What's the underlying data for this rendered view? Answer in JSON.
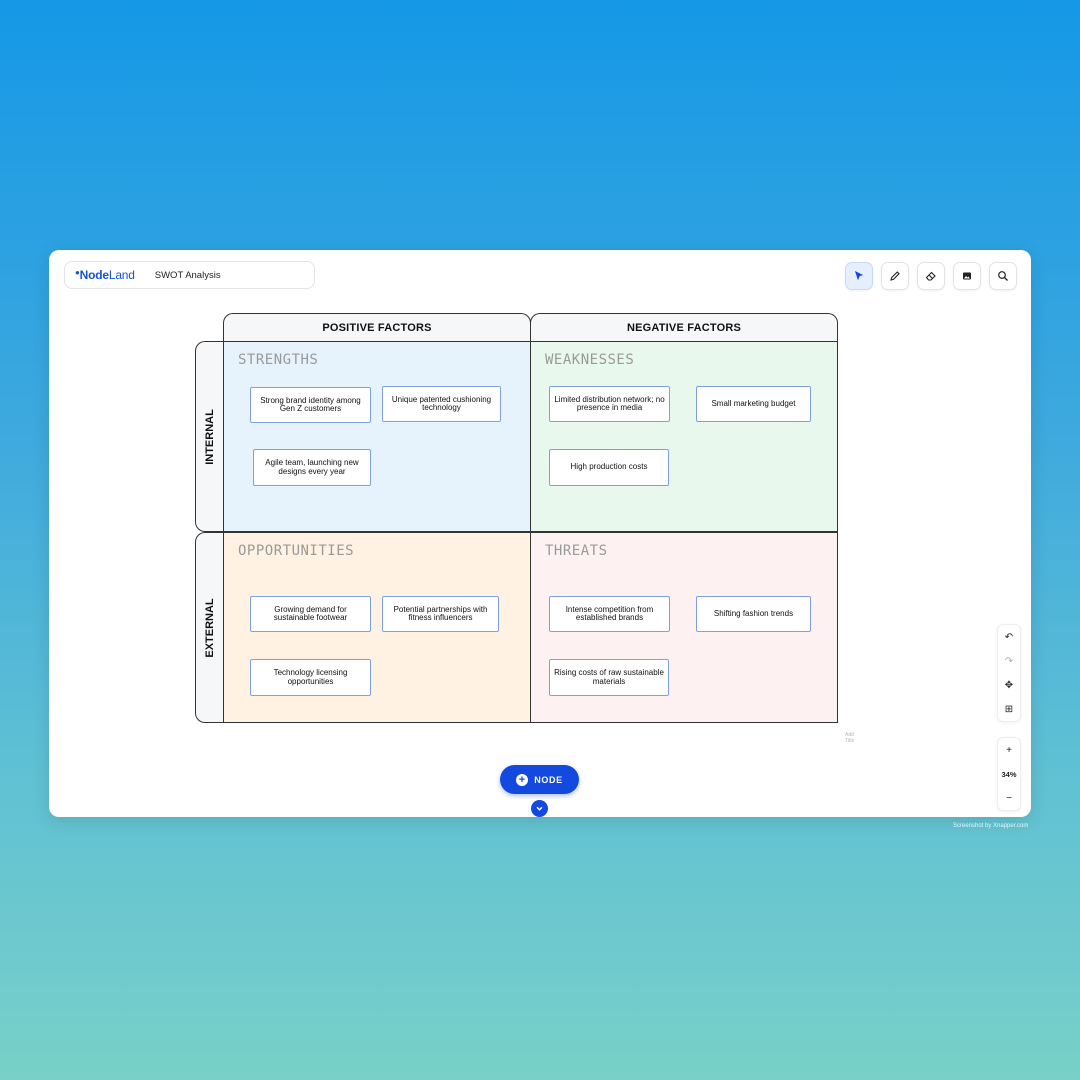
{
  "app": {
    "logo_node": "Node",
    "logo_land": "Land",
    "doc_title": "SWOT Analysis"
  },
  "toolbar": {
    "tools": [
      "select-icon",
      "pen-icon",
      "eraser-icon",
      "image-icon",
      "search-icon"
    ]
  },
  "board": {
    "columns": [
      "POSITIVE FACTORS",
      "NEGATIVE FACTORS"
    ],
    "rows": [
      "INTERNAL",
      "EXTERNAL"
    ],
    "quadrants": {
      "strengths": {
        "title": "STRENGTHS",
        "notes": [
          "Strong brand identity among Gen Z customers",
          "Unique patented cushioning technology",
          "Agile team, launching new designs every year"
        ]
      },
      "weaknesses": {
        "title": "WEAKNESSES",
        "notes": [
          "Limited distribution network; no presence in media",
          "Small marketing budget",
          "High production costs"
        ]
      },
      "opportunities": {
        "title": "OPPORTUNITIES",
        "notes": [
          "Growing demand for sustainable footwear",
          "Potential partnerships with fitness influencers",
          "Technology licensing opportunities"
        ]
      },
      "threats": {
        "title": "THREATS",
        "notes": [
          "Intense competition from established brands",
          "Shifting fashion trends",
          "Rising costs of raw sustainable materials"
        ]
      }
    },
    "add_title": "Add Title"
  },
  "node_button": "NODE",
  "zoom": "34%",
  "credit": "Screenshot by Xnapper.com",
  "colors": {
    "accent": "#1449e0",
    "strengths": "#e6f2fc",
    "weaknesses": "#e9f8ed",
    "opportunities": "#fff2e2",
    "threats": "#fdf2f1"
  }
}
